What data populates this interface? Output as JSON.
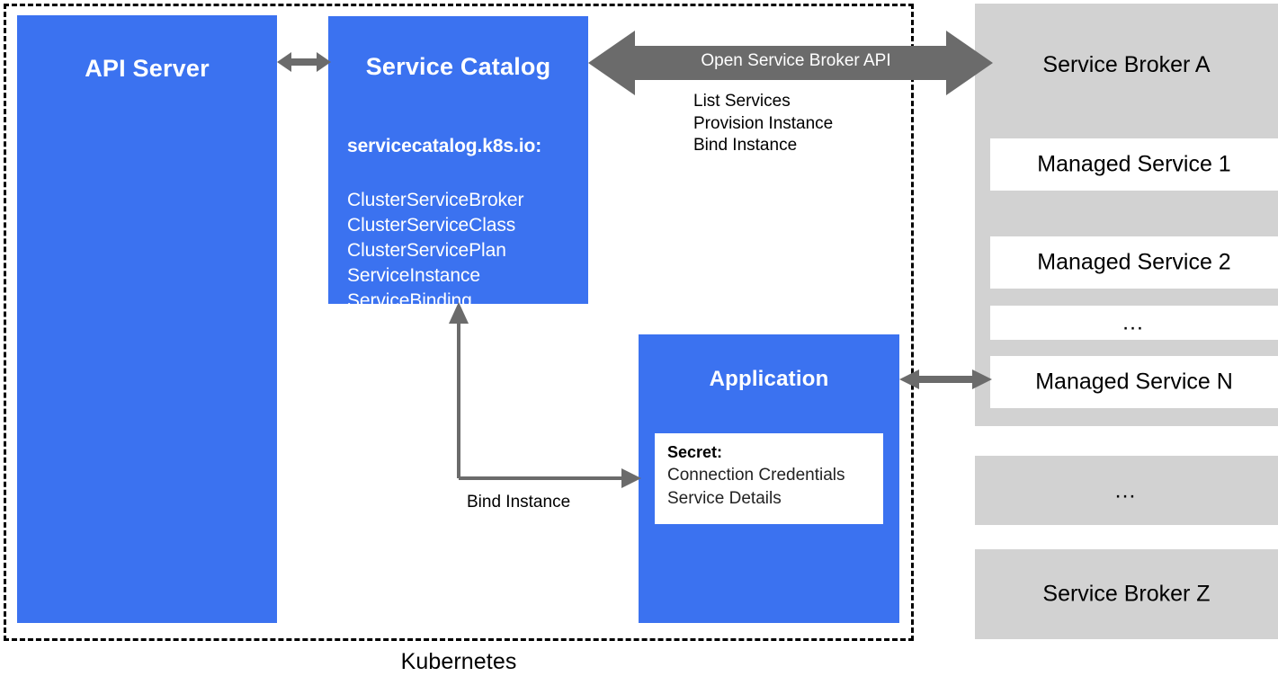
{
  "diagram": {
    "boundary": {
      "label": "Kubernetes",
      "style": "dashed"
    },
    "accent_blue": "#3b72f0",
    "panel_gray": "#d2d2d2",
    "arrow_gray": "#6b6b6b"
  },
  "api_server": {
    "title": "API Server"
  },
  "service_catalog": {
    "title": "Service Catalog",
    "api_group": "servicecatalog.k8s.io:",
    "resources": [
      "ClusterServiceBroker",
      "ClusterServiceClass",
      "ClusterServicePlan",
      "ServiceInstance",
      "ServiceBinding"
    ]
  },
  "application": {
    "title": "Application",
    "secret": {
      "title": "Secret:",
      "lines": [
        "Connection Credentials",
        "Service Details"
      ]
    }
  },
  "osb_connection": {
    "arrow_label": "Open Service Broker API",
    "operations": [
      "List Services",
      "Provision Instance",
      "Bind Instance"
    ]
  },
  "bind_connection": {
    "label": "Bind Instance"
  },
  "broker_column": {
    "broker_a": {
      "title": "Service Broker A",
      "managed_services": [
        "Managed Service 1",
        "Managed Service 2",
        "…",
        "Managed Service N"
      ]
    },
    "ellipsis": "…",
    "broker_z": {
      "title": "Service Broker Z"
    }
  }
}
